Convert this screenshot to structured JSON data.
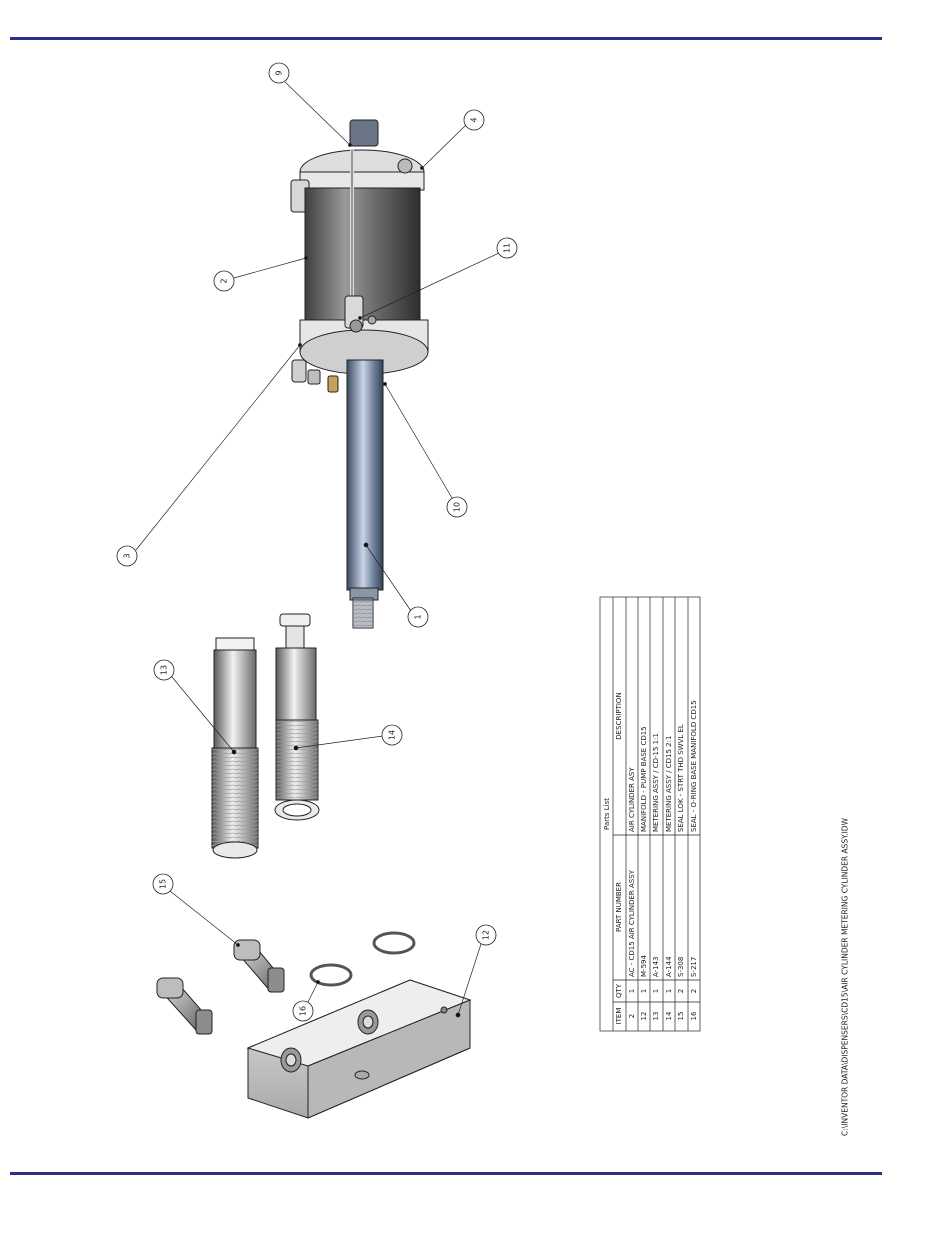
{
  "balloons": [
    {
      "num": "9"
    },
    {
      "num": "4"
    },
    {
      "num": "2"
    },
    {
      "num": "11"
    },
    {
      "num": "3"
    },
    {
      "num": "10"
    },
    {
      "num": "1"
    },
    {
      "num": "13"
    },
    {
      "num": "14"
    },
    {
      "num": "15"
    },
    {
      "num": "12"
    },
    {
      "num": "16"
    }
  ],
  "parts_list": {
    "title": "Parts List",
    "headers": {
      "item": "ITEM",
      "qty": "QTY",
      "part_number": "PART NUMBER",
      "description": "DESCRIPTION"
    },
    "rows": [
      {
        "item": "2",
        "qty": "1",
        "part_number": "AC - CD15 AIR CYLINDER ASSY",
        "description": "AIR CYLINDER ASY"
      },
      {
        "item": "12",
        "qty": "1",
        "part_number": "M-594",
        "description": "MANIFOLD - PUMP BASE CD15"
      },
      {
        "item": "13",
        "qty": "1",
        "part_number": "A-143",
        "description": "METERING ASSY / CD-15 1:1"
      },
      {
        "item": "14",
        "qty": "1",
        "part_number": "A-144",
        "description": "METERING ASSY / CD15 2:1"
      },
      {
        "item": "15",
        "qty": "2",
        "part_number": "S-308",
        "description": "SEAL LOK - STRT THD SWVL EL"
      },
      {
        "item": "16",
        "qty": "2",
        "part_number": "S-217",
        "description": "SEAL - O-RING BASE MANIFOLD CD15"
      }
    ]
  },
  "file_path": "C:\\INVENTOR DATA\\DISPENSERS\\CD15\\AIR CYLINDER METERING CYLINDER ASSY.IDW",
  "colors": {
    "rule": "#2b2f86"
  }
}
